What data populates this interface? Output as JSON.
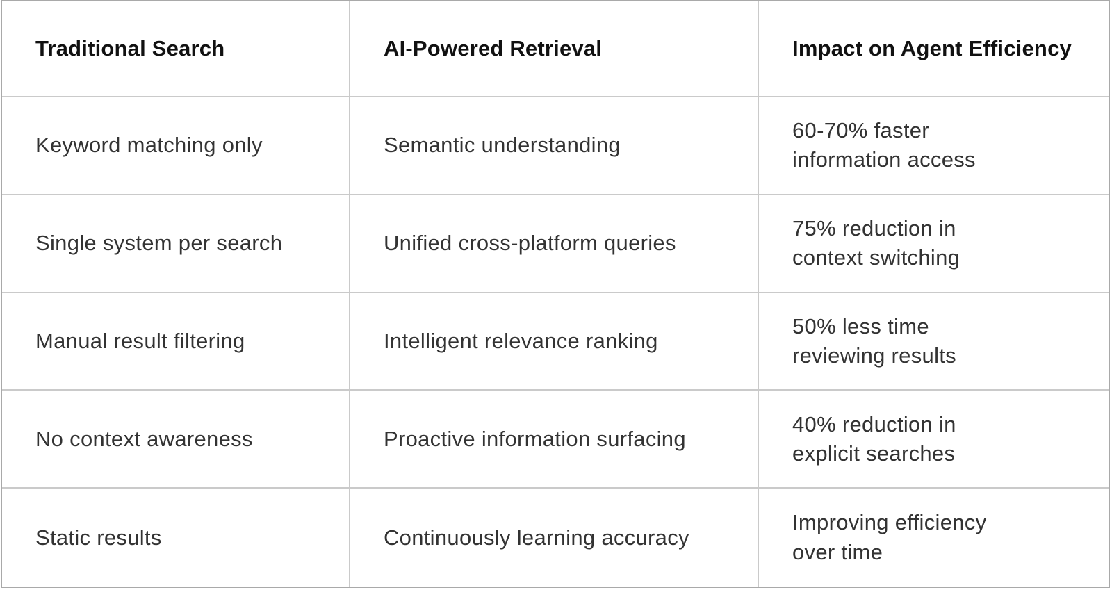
{
  "colors": {
    "background": "#ffffff",
    "outer_border": "#a9a9a9",
    "inner_border": "#cacaca",
    "header_text": "#111111",
    "body_text": "#333333"
  },
  "chart_data": {
    "type": "table",
    "columns": [
      "Traditional Search",
      "AI-Powered Retrieval",
      "Impact on Agent Efficiency"
    ],
    "rows": [
      [
        "Keyword matching only",
        "Semantic understanding",
        "60-70% faster\ninformation access"
      ],
      [
        "Single system per search",
        "Unified cross-platform queries",
        "75% reduction in\ncontext switching"
      ],
      [
        "Manual result filtering",
        "Intelligent relevance ranking",
        "50% less time\nreviewing results"
      ],
      [
        "No context awareness",
        "Proactive information surfacing",
        "40% reduction in\nexplicit searches"
      ],
      [
        "Static results",
        "Continuously learning accuracy",
        "Improving efficiency\nover time"
      ]
    ]
  }
}
